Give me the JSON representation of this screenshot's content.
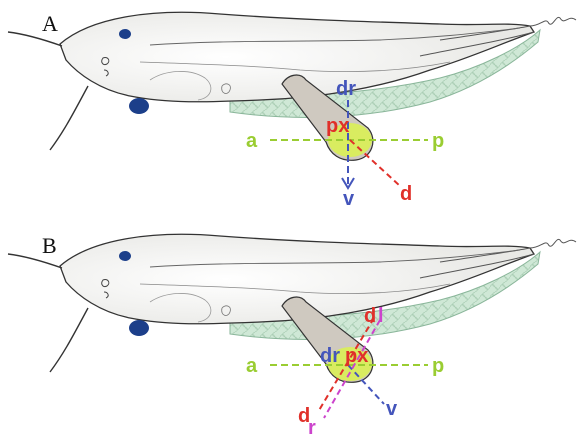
{
  "colors": {
    "ap_axis": "#9acd32",
    "dv_axis": "#4455bb",
    "pd_axis": "#e0302a",
    "lr_axis": "#cc44cc",
    "fin_fill": "#f4f6a0",
    "fin_tip": "#d9ef55",
    "membrane": "#cfe8d6",
    "body": "#f6f6f4",
    "eye": "#1c3f8a"
  },
  "panel_A": {
    "letter": "A",
    "labels": {
      "a": "a",
      "p": "p",
      "dr": "dr",
      "px": "px",
      "v": "v",
      "d": "d"
    }
  },
  "panel_B": {
    "letter": "B",
    "labels": {
      "a": "a",
      "p": "p",
      "dr": "dr",
      "px": "px",
      "v": "v",
      "d_top": "d",
      "l": "l",
      "d_bottom": "d",
      "r": "r"
    }
  }
}
